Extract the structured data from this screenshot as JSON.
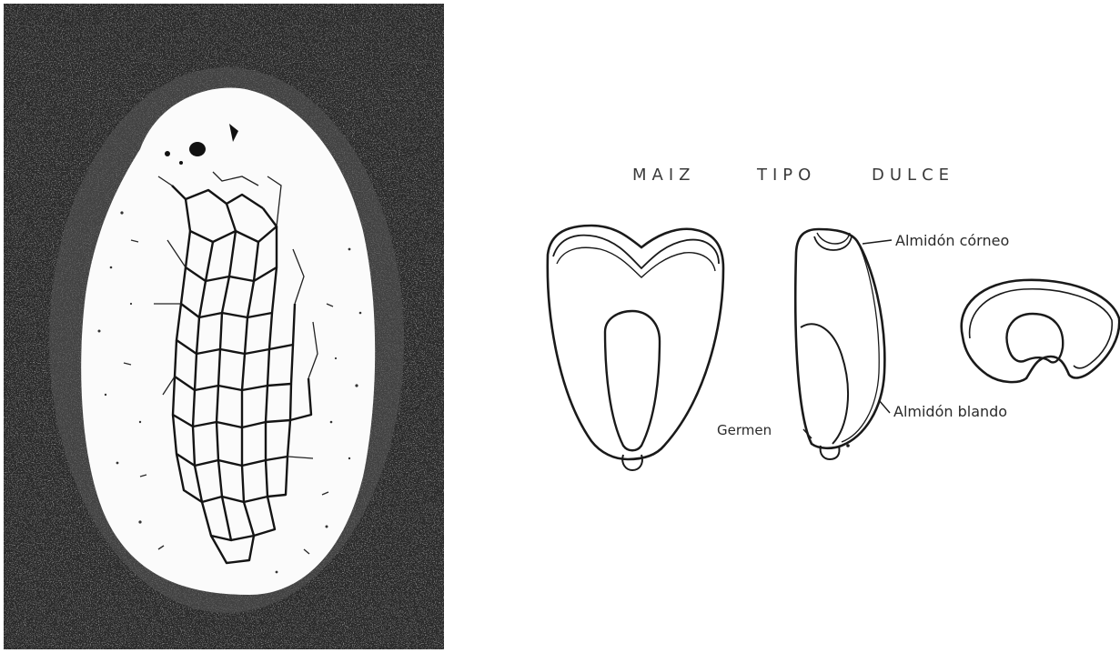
{
  "figure": {
    "photo": {
      "description_icon": "kernel-photo"
    },
    "diagram": {
      "title_words": [
        "MAIZ",
        "TIPO",
        "DULCE"
      ],
      "labels": {
        "almidon_corneo": "Almidón córneo",
        "almidon_blando": "Almidón blando",
        "germen": "Germen"
      }
    }
  }
}
